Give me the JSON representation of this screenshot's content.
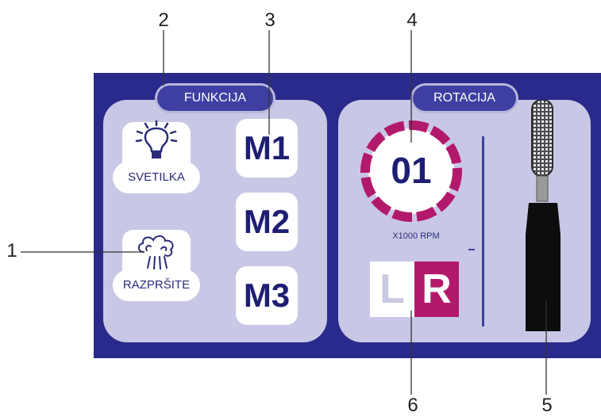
{
  "callouts": [
    "1",
    "2",
    "3",
    "4",
    "5",
    "6"
  ],
  "funkcija": {
    "tab_label": "FUNKCIJA",
    "light_button_label": "SVETILKA",
    "spray_button_label": "RAZPRŠITE",
    "memory_buttons": [
      "M1",
      "M2",
      "M3"
    ]
  },
  "rotacija": {
    "tab_label": "ROTACIJA",
    "speed_value": "01",
    "speed_unit": "X1000 RPM",
    "direction_left": "L",
    "direction_right": "R"
  },
  "colors": {
    "screen_bg": "#2a2a8c",
    "panel_bg": "#c8c8e6",
    "tab_bg": "#3f3fa3",
    "text_dark": "#1e1e74",
    "speed_ring": "#b3196b",
    "direction_active": "#b3196b",
    "direction_inactive": "#c9c9df"
  },
  "icons": [
    "lightbulb-icon",
    "spray-icon",
    "handpiece-icon"
  ]
}
